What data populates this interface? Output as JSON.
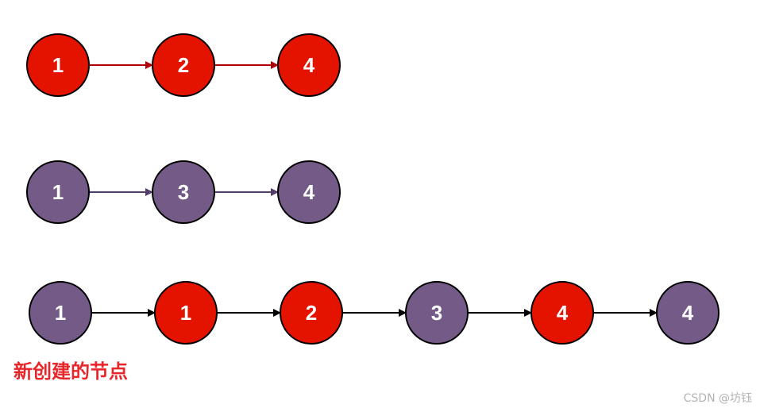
{
  "colors": {
    "red_node": "#e31300",
    "purple_node": "#735a87",
    "arrow_red": "#b20000",
    "arrow_purple": "#523d6b",
    "arrow_black": "#000000",
    "caption": "#e8262a"
  },
  "lists": [
    {
      "id": "list1",
      "arrow_color": "arrow_red",
      "nodes": [
        {
          "label": "1",
          "color": "red_node"
        },
        {
          "label": "2",
          "color": "red_node"
        },
        {
          "label": "4",
          "color": "red_node"
        }
      ]
    },
    {
      "id": "list2",
      "arrow_color": "arrow_purple",
      "nodes": [
        {
          "label": "1",
          "color": "purple_node"
        },
        {
          "label": "3",
          "color": "purple_node"
        },
        {
          "label": "4",
          "color": "purple_node"
        }
      ]
    },
    {
      "id": "merged",
      "arrow_color": "arrow_black",
      "nodes": [
        {
          "label": "1",
          "color": "purple_node"
        },
        {
          "label": "1",
          "color": "red_node"
        },
        {
          "label": "2",
          "color": "red_node"
        },
        {
          "label": "3",
          "color": "purple_node"
        },
        {
          "label": "4",
          "color": "red_node"
        },
        {
          "label": "4",
          "color": "purple_node"
        }
      ]
    }
  ],
  "caption": "新创建的节点",
  "watermark": "CSDN @坊钰"
}
